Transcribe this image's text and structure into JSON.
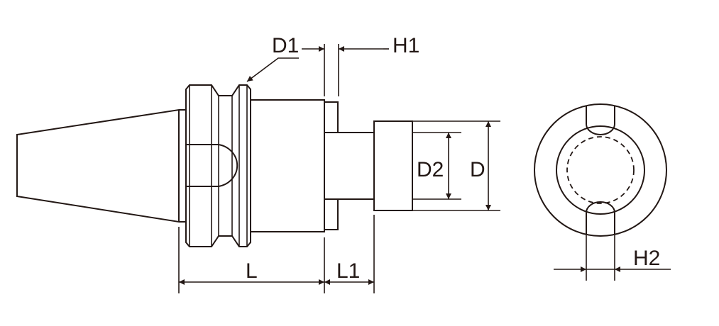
{
  "title": "Tool holder dimension drawing",
  "labels": {
    "d1": "D1",
    "h1": "H1",
    "d2": "D2",
    "d": "D",
    "l": "L",
    "l1": "L1",
    "h2": "H2"
  },
  "colors": {
    "line": "#231815",
    "background": "#ffffff"
  }
}
